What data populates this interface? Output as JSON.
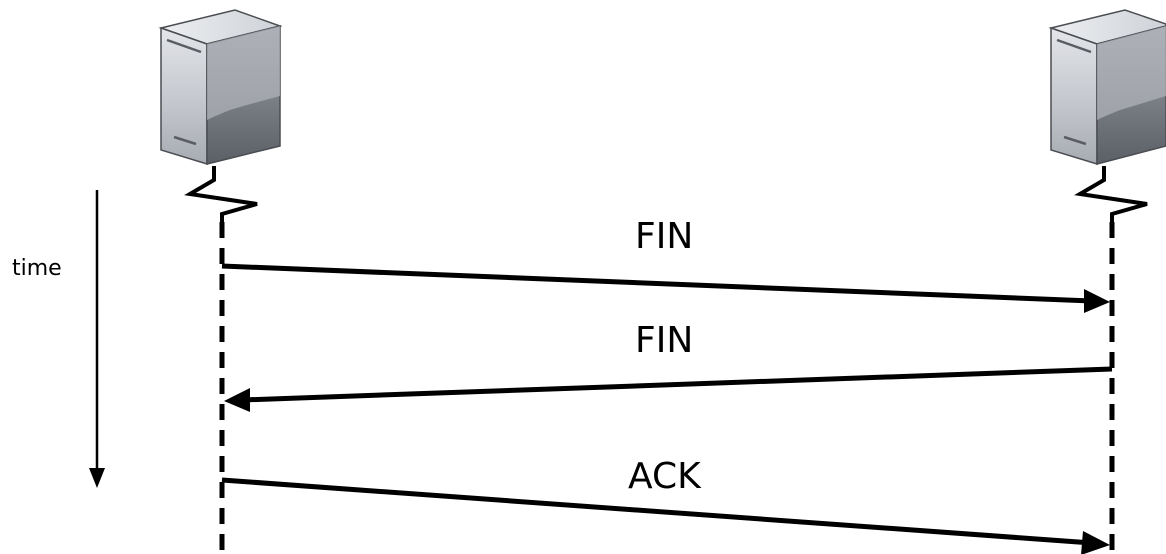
{
  "time_axis": {
    "label": "time"
  },
  "messages": [
    {
      "label": "FIN",
      "direction": "left-to-right"
    },
    {
      "label": "FIN",
      "direction": "right-to-left"
    },
    {
      "label": "ACK",
      "direction": "left-to-right"
    }
  ],
  "hosts": [
    {
      "icon": "server-icon"
    },
    {
      "icon": "server-icon"
    }
  ],
  "colors": {
    "line": "#000000",
    "server_light": "#d7d9de",
    "server_mid": "#a9adb5",
    "server_dark": "#5f636a",
    "server_outline": "#4a4d52"
  }
}
